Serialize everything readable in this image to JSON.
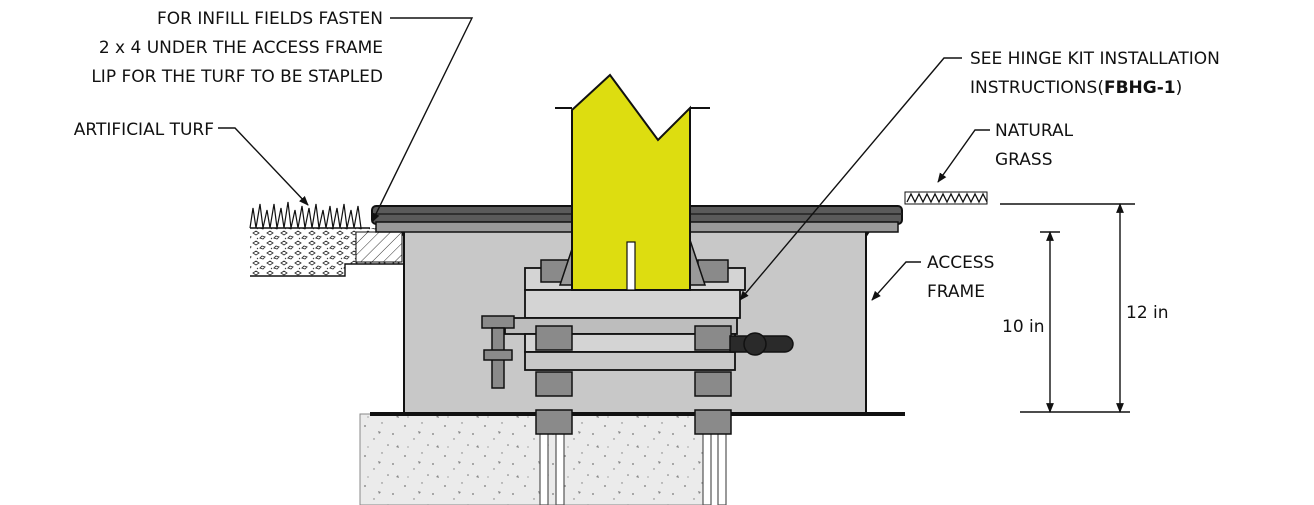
{
  "labels": {
    "infill_line1": "FOR INFILL FIELDS FASTEN",
    "infill_line2": "2 x 4 UNDER THE ACCESS FRAME",
    "infill_line3": "LIP FOR THE TURF TO BE STAPLED",
    "artificial_turf": "ARTIFICIAL TURF",
    "hinge_line1": "SEE HINGE KIT INSTALLATION",
    "hinge_line2_prefix": "INSTRUCTIONS(",
    "hinge_line2_code": "FBHG-1",
    "hinge_line2_suffix": ")",
    "natural_grass_line1": "NATURAL",
    "natural_grass_line2": "GRASS",
    "access_frame_line1": "ACCESS",
    "access_frame_line2": "FRAME"
  },
  "dimensions": {
    "inner_depth": "10 in",
    "overall_depth": "12 in"
  },
  "colors": {
    "post": "#dddd10",
    "frame": "#c8c8c8",
    "plate": "#d4d4d4",
    "concrete": "#ebebeb",
    "outline": "#111111"
  }
}
